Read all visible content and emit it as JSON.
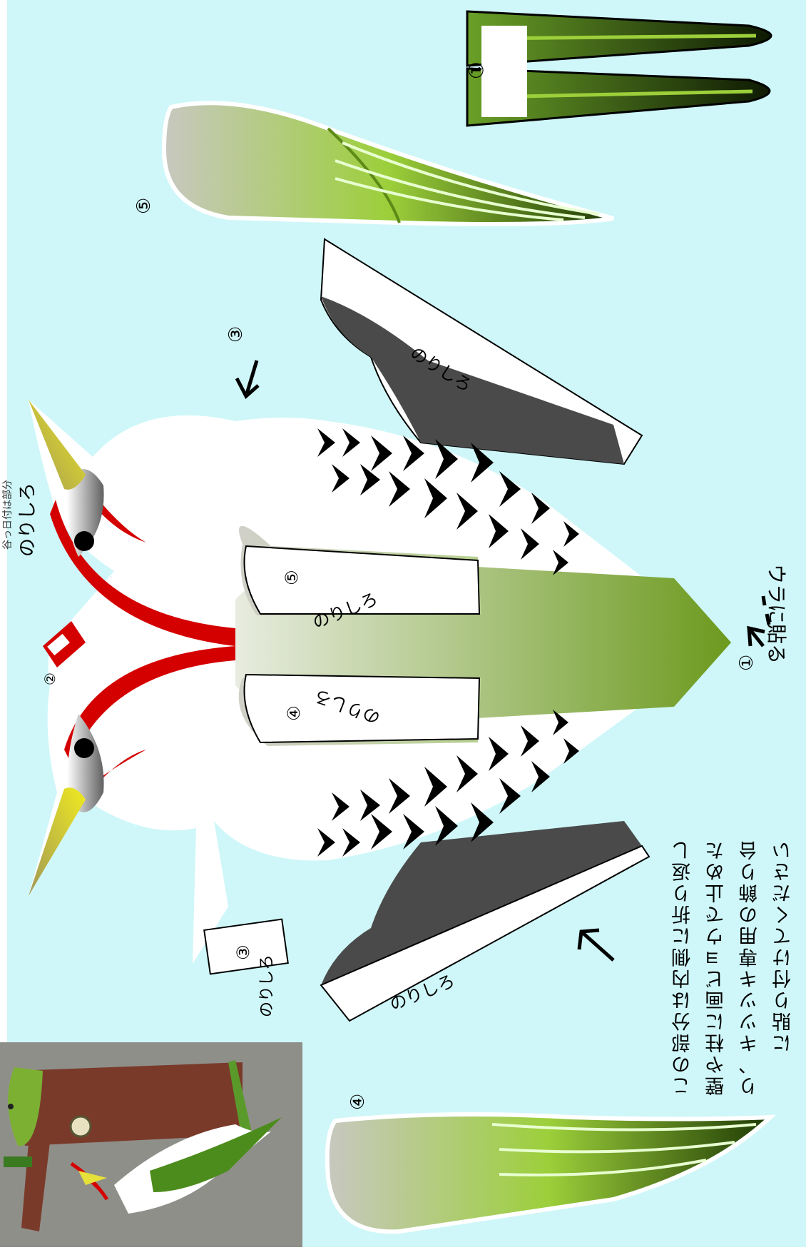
{
  "labels": {
    "glue": "のりしろ",
    "num1": "①",
    "num2": "②",
    "num3": "③",
    "num4": "④",
    "num5": "⑤",
    "top_fragment": "谷っ日付は部分",
    "paste_right": "ウラに貼る"
  },
  "instructions": {
    "line1": "この部分は内側に折り返し",
    "line2": "壁や柱に画ビョウで止めた",
    "line3": "り、キツツキ専用の飾り台",
    "line4": "に貼り付けてください"
  },
  "colors": {
    "background": "#cff7f9",
    "green_light": "#9ccf3a",
    "green_dark": "#3d6b10",
    "red": "#d40000",
    "beak": "#e6e03a",
    "dark_gray": "#4a4a4a"
  },
  "icons": [
    "arrow-icon",
    "eye-icon"
  ]
}
